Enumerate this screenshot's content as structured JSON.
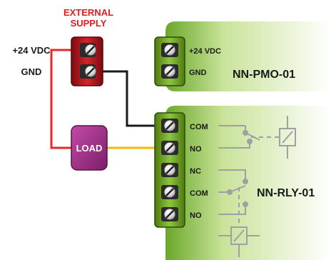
{
  "external_supply": {
    "title_line1": "EXTERNAL",
    "title_line2": "SUPPLY",
    "plus_label": "+24 VDC",
    "gnd_label": "GND"
  },
  "pmo_module": {
    "name": "NN-PMO-01",
    "plus_label": "+24 VDC",
    "gnd_label": "GND"
  },
  "load": {
    "label": "LOAD"
  },
  "rly_module": {
    "name": "NN-RLY-01",
    "terminals": [
      "COM",
      "NO",
      "NC",
      "COM",
      "NO"
    ]
  },
  "colors": {
    "title_red": "#e31b23",
    "wire_red": "#e32a2a",
    "wire_black": "#1a1a1a",
    "wire_yellow": "#f5b800",
    "module_green": "#7fb83a",
    "terminal_block_green": "#6b9a1c",
    "supply_red": "#b3141b",
    "load_purple": "#a8328f",
    "schematic_gray": "#a0a0a0"
  }
}
